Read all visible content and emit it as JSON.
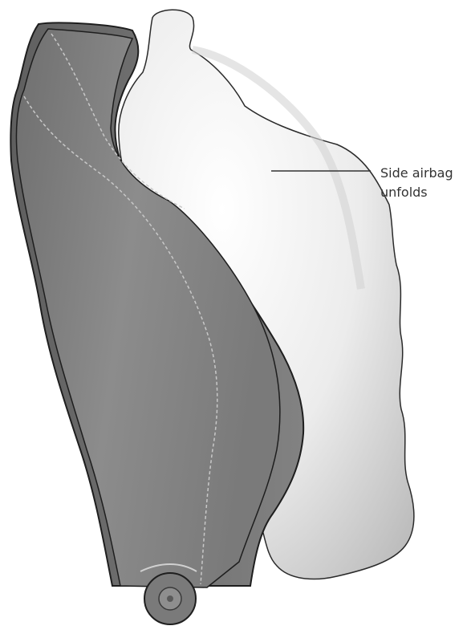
{
  "figure": {
    "subject": "seat-backrest-with-deployed-side-airbag",
    "colors": {
      "background": "#ffffff",
      "seat_shell": "#8a8a8a",
      "seat_side": "#6e6e6e",
      "airbag": "#f3f3f3",
      "outline": "#1e1e1e",
      "callout_line": "#333333",
      "label_text": "#333333"
    }
  },
  "callout": {
    "line1": "Side airbag",
    "line2": "unfolds"
  }
}
